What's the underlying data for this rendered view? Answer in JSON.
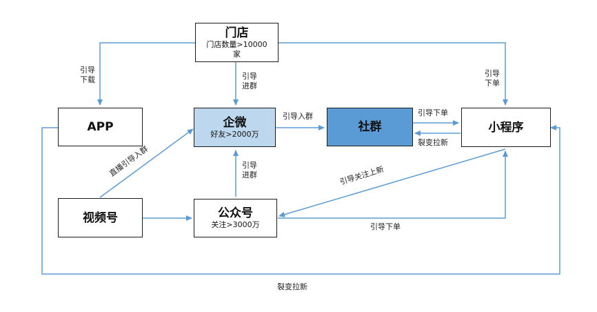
{
  "colors": {
    "line": "#5b9bd5",
    "qiwei_fill": "#bdd7ee",
    "shequn_fill": "#5b9bd5",
    "node_border": "#1a1a1a"
  },
  "nodes": {
    "mendian": {
      "title": "门店",
      "sub_line1": "门店数量>10000",
      "sub_line2": "家"
    },
    "app": {
      "title": "APP"
    },
    "qiwei": {
      "title": "企微",
      "sub": "好友>2000万"
    },
    "shequn": {
      "title": "社群"
    },
    "xiaochengxu": {
      "title": "小程序"
    },
    "shipinhao": {
      "title": "视频号"
    },
    "gongzhonghao": {
      "title": "公众号",
      "sub": "关注>3000万"
    }
  },
  "edges": {
    "mendian_to_app": {
      "line1": "引导",
      "line2": "下载"
    },
    "mendian_to_qiwei": {
      "line1": "引导",
      "line2": "进群"
    },
    "mendian_to_xcx": {
      "line1": "引导",
      "line2": "下单"
    },
    "qiwei_to_shequn": {
      "label": "引导入群"
    },
    "shequn_to_xcx": {
      "label": "引导下单"
    },
    "xcx_to_shequn": {
      "label": "裂变拉新"
    },
    "sph_to_qiwei": {
      "label": "直播引导入群"
    },
    "gzh_to_qiwei": {
      "line1": "引导",
      "line2": "进群"
    },
    "xcx_to_gzh": {
      "label": "引导关注上新"
    },
    "gzh_to_xcx": {
      "label": "引导下单"
    },
    "app_to_xcx_loop": {
      "label": "裂变拉新"
    }
  }
}
